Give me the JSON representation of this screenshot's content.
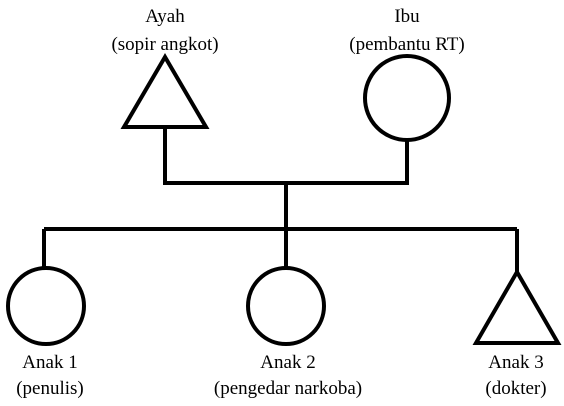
{
  "father": {
    "name": "Ayah",
    "role": "(sopir angkot)"
  },
  "mother": {
    "name": "Ibu",
    "role": "(pembantu RT)"
  },
  "children": [
    {
      "name": "Anak 1",
      "role": "(penulis)"
    },
    {
      "name": "Anak 2",
      "role": "(pengedar narkoba)"
    },
    {
      "name": "Anak 3",
      "role": "(dokter)"
    }
  ],
  "colors": {
    "stroke": "#000000",
    "background": "#ffffff"
  },
  "symbols": {
    "male": "triangle",
    "female": "circle"
  }
}
